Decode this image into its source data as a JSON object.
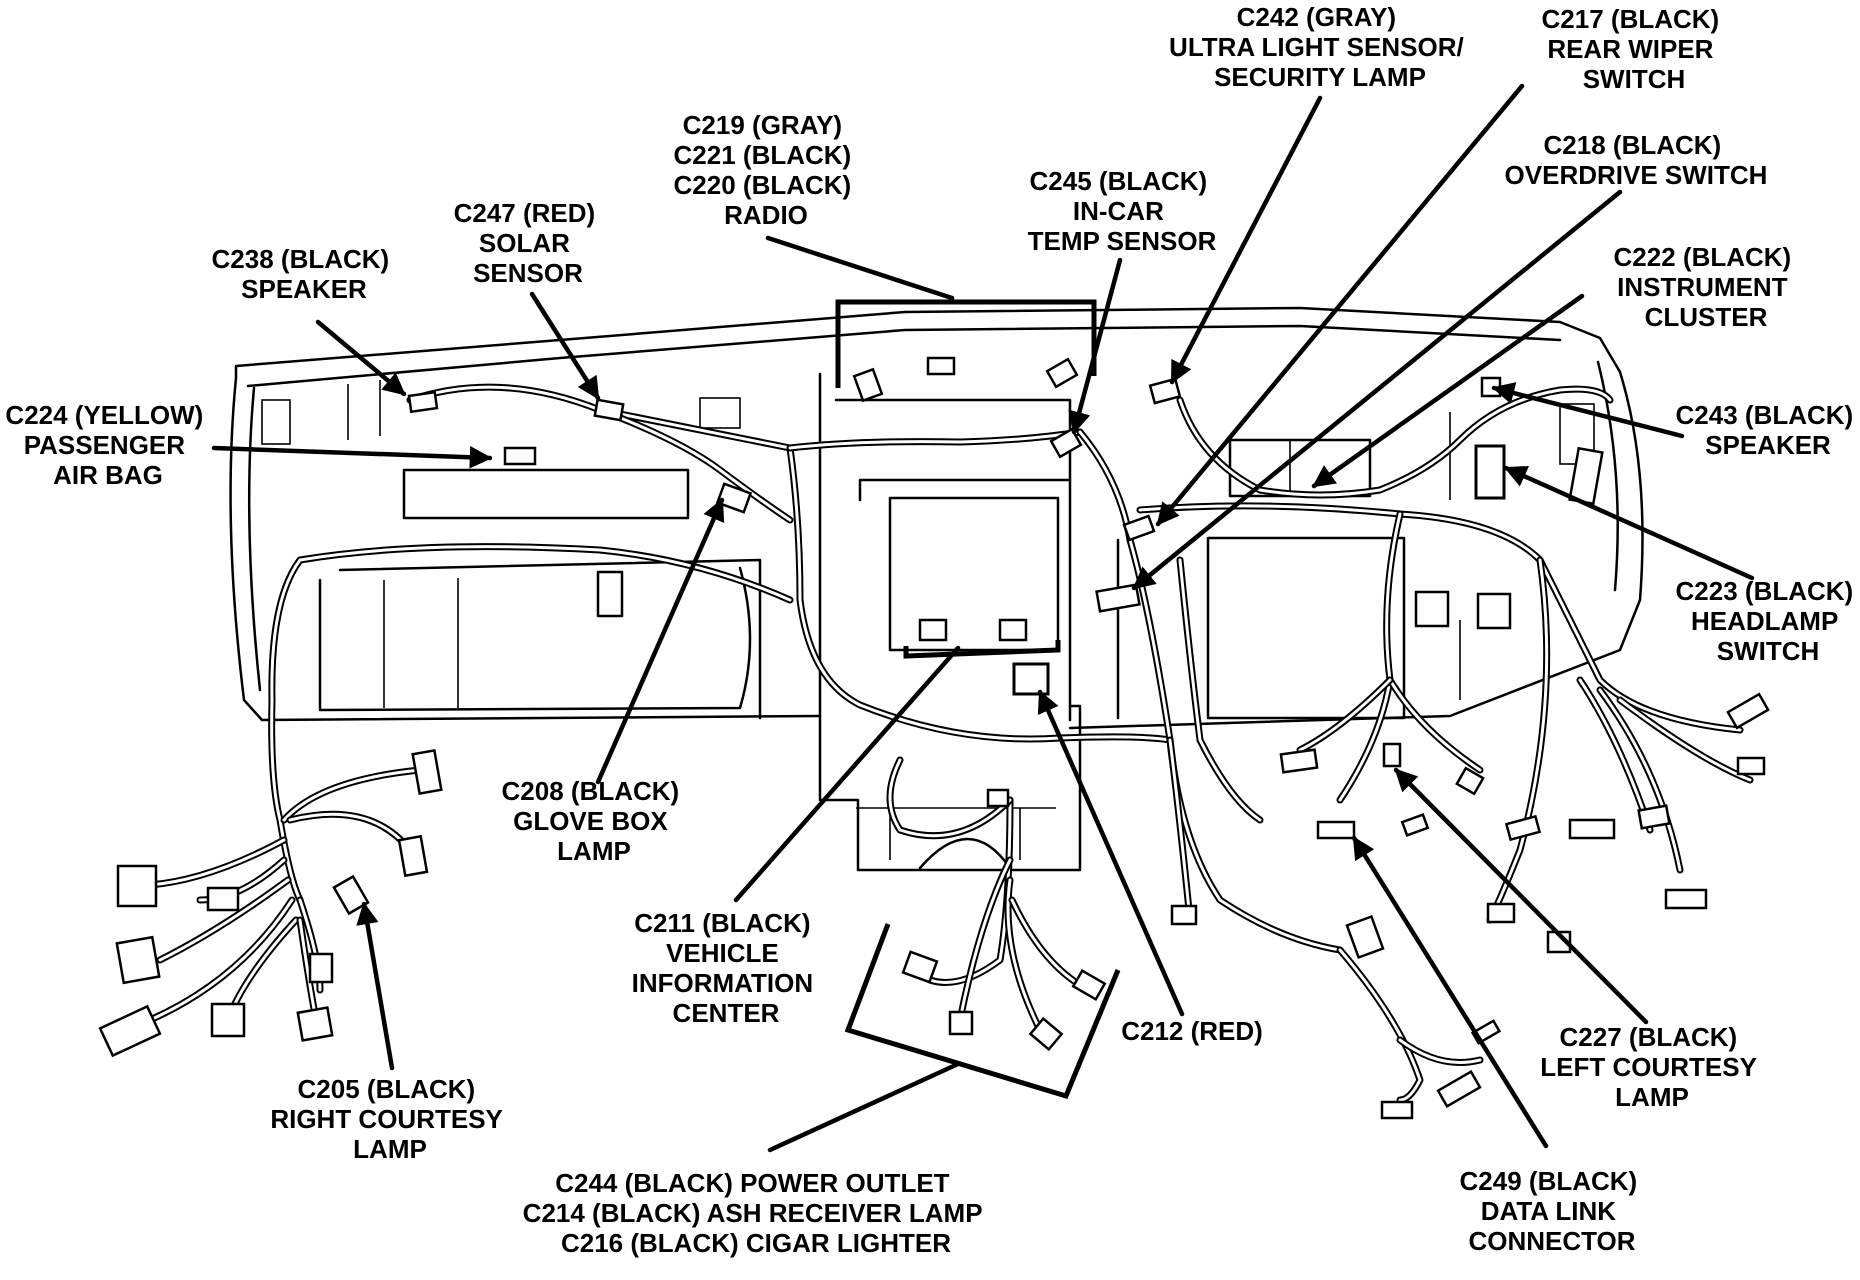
{
  "labels": {
    "c242": [
      "C242 (GRAY)",
      "ULTRA LIGHT SENSOR/",
      "SECURITY LAMP"
    ],
    "c217": [
      "C217 (BLACK)",
      "REAR WIPER",
      "SWITCH"
    ],
    "c218": [
      "C218 (BLACK)",
      "OVERDRIVE SWITCH"
    ],
    "c219_radio": [
      "C219 (GRAY)",
      "C221 (BLACK)",
      "C220 (BLACK)",
      "RADIO"
    ],
    "c245": [
      "C245 (BLACK)",
      "IN-CAR",
      "TEMP SENSOR"
    ],
    "c247": [
      "C247 (RED)",
      "SOLAR",
      "SENSOR"
    ],
    "c238": [
      "C238 (BLACK)",
      "SPEAKER"
    ],
    "c222": [
      "C222 (BLACK)",
      "INSTRUMENT",
      "CLUSTER"
    ],
    "c224": [
      "C224 (YELLOW)",
      "PASSENGER",
      "AIR BAG"
    ],
    "c243": [
      "C243 (BLACK)",
      "SPEAKER"
    ],
    "c223": [
      "C223 (BLACK)",
      "HEADLAMP",
      "SWITCH"
    ],
    "c208": [
      "C208 (BLACK)",
      "GLOVE BOX",
      "LAMP"
    ],
    "c211": [
      "C211 (BLACK)",
      "VEHICLE",
      "INFORMATION",
      "CENTER"
    ],
    "c212": [
      "C212 (RED)"
    ],
    "c227": [
      "C227 (BLACK)",
      "LEFT COURTESY",
      "LAMP"
    ],
    "c205": [
      "C205 (BLACK)",
      "RIGHT COURTESY",
      "LAMP"
    ],
    "c244_group": [
      "C244 (BLACK) POWER OUTLET",
      "C214 (BLACK) ASH RECEIVER LAMP",
      "C216 (BLACK) CIGAR LIGHTER"
    ],
    "c249": [
      "C249 (BLACK)",
      "DATA LINK",
      "CONNECTOR"
    ]
  },
  "colors": {
    "ink": "#000000",
    "paper": "#ffffff"
  }
}
